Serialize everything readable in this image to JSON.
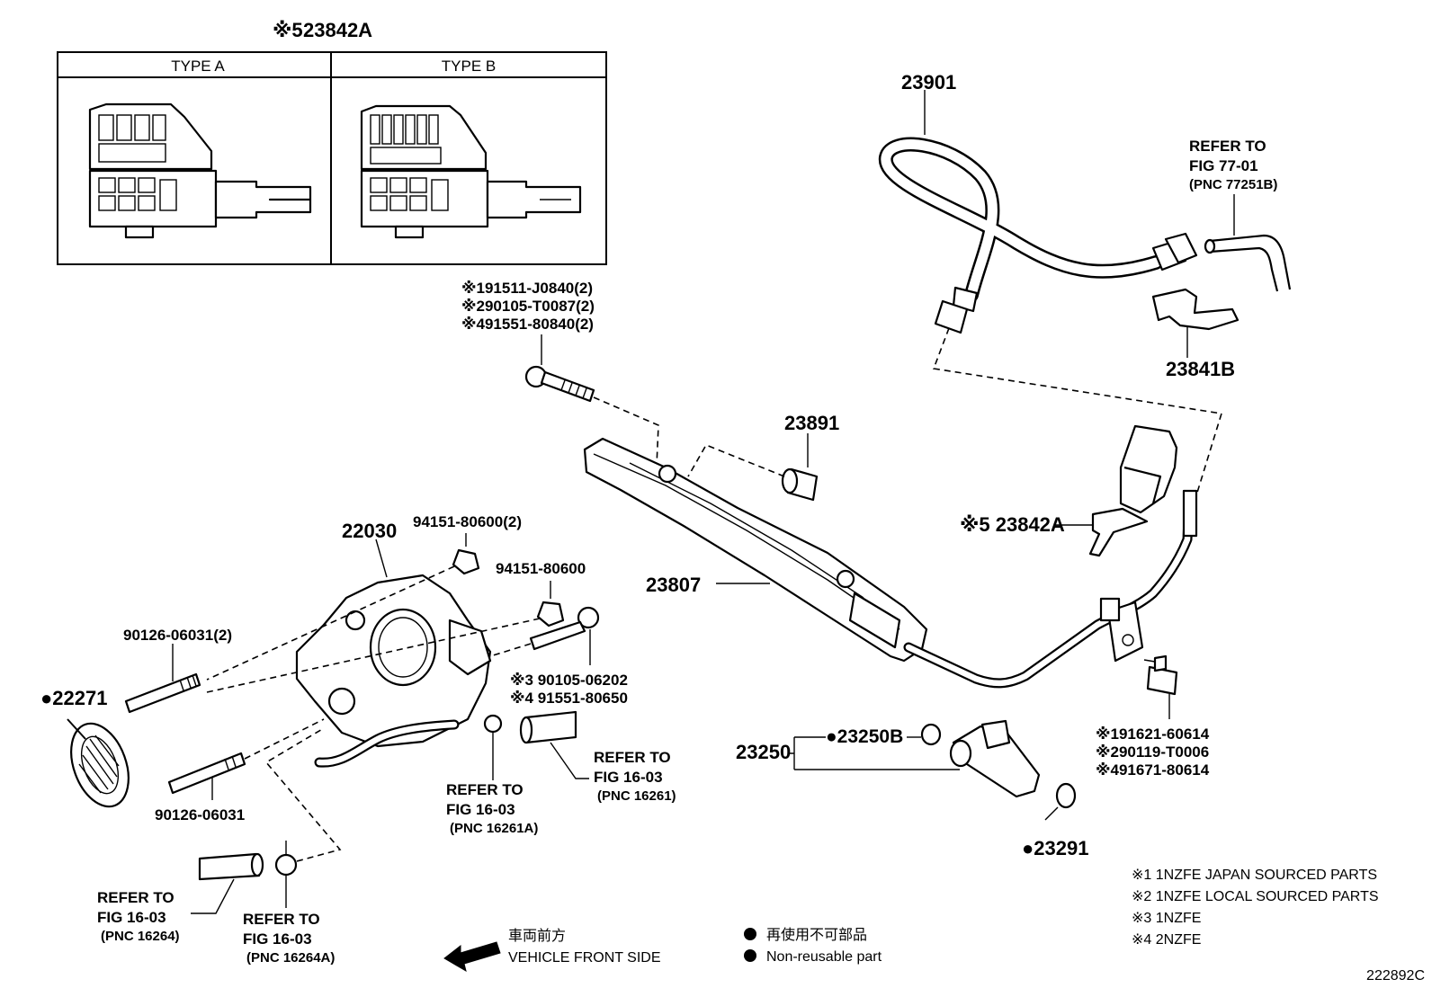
{
  "inset": {
    "title_prefix": "※5",
    "title_part": "23842A",
    "type_a": "TYPE A",
    "type_b": "TYPE B"
  },
  "parts": {
    "p23901": "23901",
    "p23841b": "23841B",
    "p23891": "23891",
    "p23842a": "※5 23842A",
    "p23807": "23807",
    "p22030": "22030",
    "p22271": "●22271",
    "p23250": "23250",
    "p23250b": "●23250B",
    "p23291": "●23291",
    "nut_94151_2": "94151-80600(2)",
    "nut_94151": "94151-80600",
    "stud_2": "90126-06031(2)",
    "stud": "90126-06031",
    "bolt_rail": [
      "※191511-J0840(2)",
      "※290105-T0087(2)",
      "※491551-80840(2)"
    ],
    "bolt_tb": [
      "※3 90105-06202",
      "※4 91551-80650"
    ],
    "bolt_pipe": [
      "※191621-60614",
      "※290119-T0006",
      "※491671-80614"
    ]
  },
  "refs": {
    "fig77": {
      "l1": "REFER TO",
      "l2": "FIG 77-01",
      "l3": "(PNC 77251B)"
    },
    "fig16_a": {
      "l1": "REFER TO",
      "l2": "FIG 16-03",
      "l3": "(PNC 16261A)"
    },
    "fig16_b": {
      "l1": "REFER TO",
      "l2": "FIG 16-03",
      "l3": "(PNC 16261)"
    },
    "fig16_c": {
      "l1": "REFER TO",
      "l2": "FIG 16-03",
      "l3": "(PNC 16264)"
    },
    "fig16_d": {
      "l1": "REFER TO",
      "l2": "FIG 16-03",
      "l3": "(PNC 16264A)"
    }
  },
  "notes": [
    "※1 1NZFE  JAPAN SOURCED PARTS",
    "※2 1NZFE  LOCAL SOURCED PARTS",
    "※3 1NZFE",
    "※4 2NZFE"
  ],
  "legend": {
    "front_jp": "車両前方",
    "front_en": "VEHICLE FRONT SIDE",
    "nonreuse_jp": "再使用不可部品",
    "nonreuse_en": "Non-reusable part"
  },
  "figure_id": "222892C"
}
